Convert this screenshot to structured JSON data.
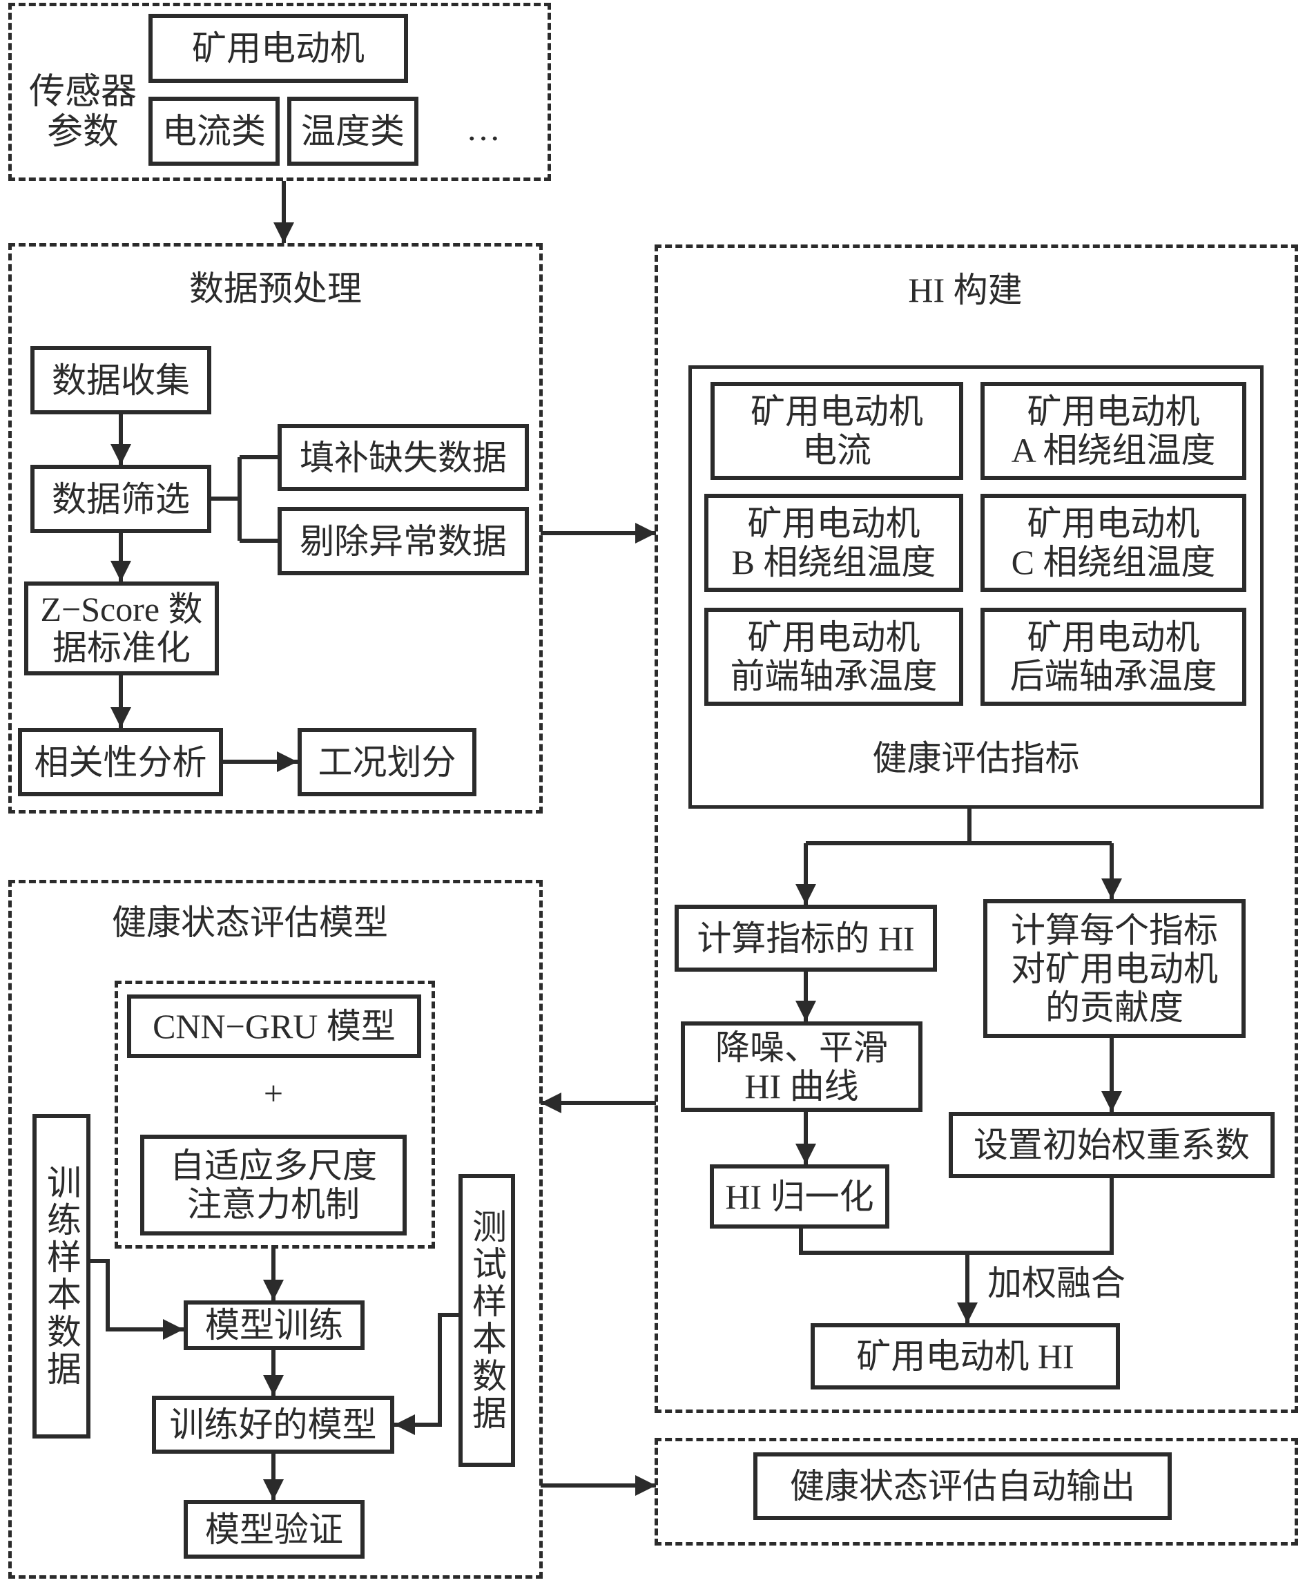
{
  "sensor": {
    "title": "传感器\n参数",
    "motor": "矿用电动机",
    "current": "电流类",
    "temperature": "温度类",
    "ellipsis": "…"
  },
  "preprocess": {
    "title": "数据预处理",
    "collect": "数据收集",
    "filter": "数据筛选",
    "fill_missing": "填补缺失数据",
    "remove_outlier": "剔除异常数据",
    "zscore": "Z−Score 数\n据标准化",
    "correlation": "相关性分析",
    "condition": "工况划分"
  },
  "hi": {
    "title": "HI 构建",
    "indicators": [
      "矿用电动机\n电流",
      "矿用电动机\nA 相绕组温度",
      "矿用电动机\nB 相绕组温度",
      "矿用电动机\nC 相绕组温度",
      "矿用电动机\n前端轴承温度",
      "矿用电动机\n后端轴承温度"
    ],
    "indicators_label": "健康评估指标",
    "compute_hi": "计算指标的 HI",
    "denoise": "降噪、平滑\nHI 曲线",
    "normalize": "HI 归一化",
    "contribution": "计算每个指标\n对矿用电动机\n的贡献度",
    "init_weights": "设置初始权重系数",
    "fusion_label": "加权融合",
    "motor_hi": "矿用电动机 HI"
  },
  "model": {
    "title": "健康状态评估模型",
    "cnn_gru": "CNN−GRU 模型",
    "plus": "+",
    "attention": "自适应多尺度\n注意力机制",
    "train_samples": "训练样本数据",
    "test_samples": "测试样本数据",
    "training": "模型训练",
    "trained": "训练好的模型",
    "validation": "模型验证"
  },
  "output": {
    "label": "健康状态评估自动输出"
  }
}
